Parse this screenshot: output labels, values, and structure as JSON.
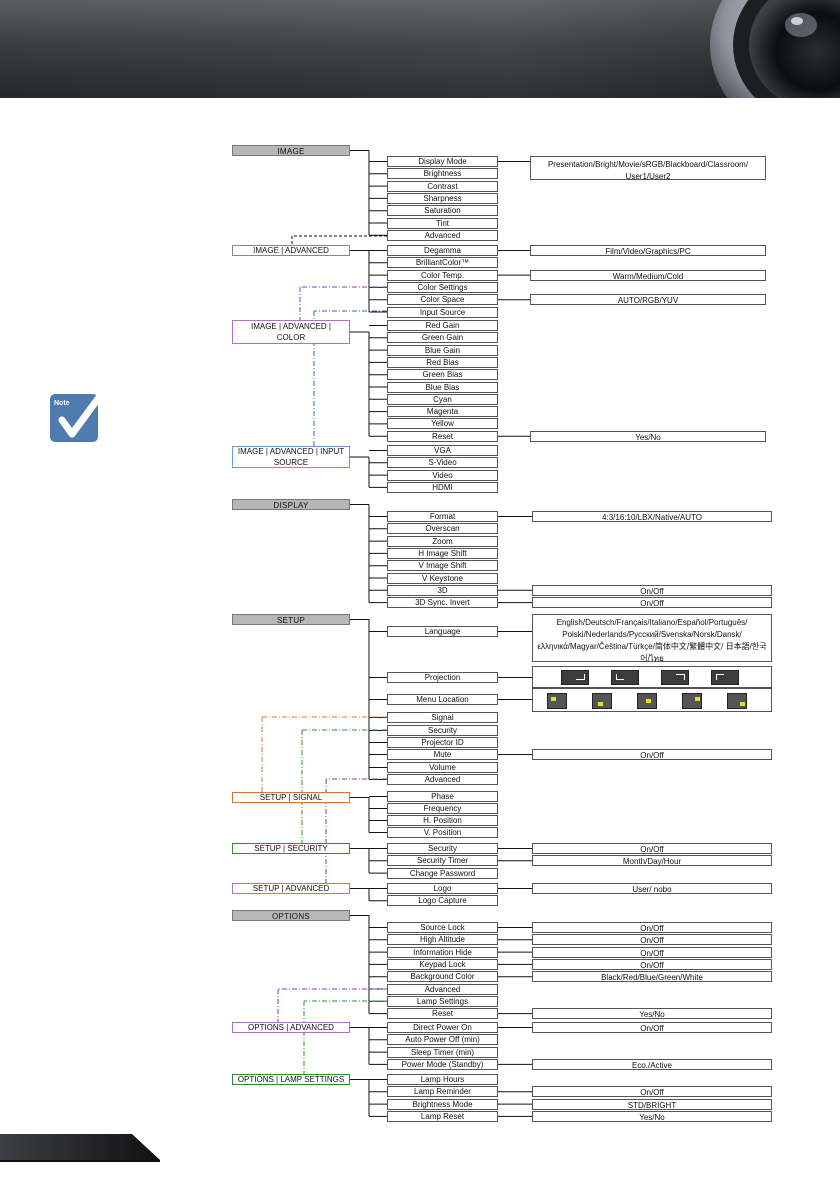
{
  "colors": {
    "purple": "#8a3aa8",
    "orange": "#e0703a",
    "green": "#2d8f2d",
    "blue": "#3a6ab0",
    "black": "#111111"
  },
  "icons": {
    "note": "note-check-icon",
    "lens": "projector-lens-icon"
  },
  "note_label": "Note",
  "sections": [
    {
      "id": "image",
      "header": "IMAGE",
      "items": [
        {
          "label": "Display Mode",
          "option": "Presentation/Bright/Movie/sRGB/Blackboard/Classroom/ User1/User2"
        },
        {
          "label": "Brightness"
        },
        {
          "label": "Contrast"
        },
        {
          "label": "Sharpness"
        },
        {
          "label": "Saturation"
        },
        {
          "label": "Tint"
        },
        {
          "label": "Advanced"
        }
      ]
    },
    {
      "id": "image-advanced",
      "header": "IMAGE | ADVANCED",
      "items": [
        {
          "label": "Degamma",
          "option": "Film/Video/Graphics/PC"
        },
        {
          "label": "BrilliantColor™"
        },
        {
          "label": "Color Temp.",
          "option": "Warm/Medium/Cold"
        },
        {
          "label": "Color Settings"
        },
        {
          "label": "Color Space",
          "option": "AUTO/RGB/YUV"
        },
        {
          "label": "Input Source"
        }
      ]
    },
    {
      "id": "image-advanced-color",
      "header": "IMAGE | ADVANCED | COLOR",
      "items": [
        {
          "label": "Red Gain"
        },
        {
          "label": "Green Gain"
        },
        {
          "label": "Blue Gain"
        },
        {
          "label": "Red Bias"
        },
        {
          "label": "Green Bias"
        },
        {
          "label": "Blue Bias"
        },
        {
          "label": "Cyan"
        },
        {
          "label": "Magenta"
        },
        {
          "label": "Yellow"
        },
        {
          "label": "Reset",
          "option": "Yes/No"
        }
      ]
    },
    {
      "id": "image-advanced-input",
      "header": "IMAGE | ADVANCED | INPUT SOURCE",
      "items": [
        {
          "label": "VGA"
        },
        {
          "label": "S-Video"
        },
        {
          "label": "Video"
        },
        {
          "label": "HDMI"
        }
      ]
    },
    {
      "id": "display",
      "header": "DISPLAY",
      "items": [
        {
          "label": "Format",
          "option": "4:3/16:10/LBX/Native/AUTO"
        },
        {
          "label": "Overscan"
        },
        {
          "label": "Zoom"
        },
        {
          "label": "H Image Shift"
        },
        {
          "label": "V Image Shift"
        },
        {
          "label": "V Keystone"
        },
        {
          "label": "3D",
          "option": "On/Off"
        },
        {
          "label": "3D Sync. Invert",
          "option": "On/Off"
        }
      ]
    },
    {
      "id": "setup",
      "header": "SETUP",
      "items": [
        {
          "label": "Language",
          "option": "English/Deutsch/Français/Italiano/Español/Português/ Polski/Nederlands/Русский/Svenska/Norsk/Dansk/ ελληνικά/Magyar/Čeština/Türkçe/简体中文/繁體中文/ 日本語/한국어/ไทย"
        },
        {
          "label": "Projection"
        },
        {
          "label": "Menu Location"
        },
        {
          "label": "Signal"
        },
        {
          "label": "Security"
        },
        {
          "label": "Projector ID"
        },
        {
          "label": "Mute",
          "option": "On/Off"
        },
        {
          "label": "Volume"
        },
        {
          "label": "Advanced"
        }
      ]
    },
    {
      "id": "setup-signal",
      "header": "SETUP | SIGNAL",
      "items": [
        {
          "label": "Phase"
        },
        {
          "label": "Frequency"
        },
        {
          "label": "H. Position"
        },
        {
          "label": "V. Position"
        }
      ]
    },
    {
      "id": "setup-security",
      "header": "SETUP | SECURITY",
      "items": [
        {
          "label": "Security",
          "option": "On/Off"
        },
        {
          "label": "Security Timer",
          "option": "Month/Day/Hour"
        },
        {
          "label": "Change Password"
        }
      ]
    },
    {
      "id": "setup-advanced",
      "header": "SETUP | ADVANCED",
      "items": [
        {
          "label": "Logo",
          "option": "User/ nobo"
        },
        {
          "label": "Logo Capture"
        }
      ]
    },
    {
      "id": "options",
      "header": "OPTIONS",
      "items": [
        {
          "label": "Source Lock",
          "option": "On/Off"
        },
        {
          "label": "High Altitude",
          "option": "On/Off"
        },
        {
          "label": "Information Hide",
          "option": "On/Off"
        },
        {
          "label": "Keypad Lock",
          "option": "On/Off"
        },
        {
          "label": "Background Color",
          "option": "Black/Red/Blue/Green/White"
        },
        {
          "label": "Advanced"
        },
        {
          "label": "Lamp Settings"
        },
        {
          "label": "Reset",
          "option": "Yes/No"
        }
      ]
    },
    {
      "id": "options-advanced",
      "header": "OPTIONS | ADVANCED",
      "items": [
        {
          "label": "Direct Power On",
          "option": "On/Off"
        },
        {
          "label": "Auto Power Off (min)"
        },
        {
          "label": "Sleep Timer (min)"
        },
        {
          "label": "Power Mode (Standby)",
          "option": "Eco./Active"
        }
      ]
    },
    {
      "id": "options-lamp",
      "header": "OPTIONS | LAMP SETTINGS",
      "items": [
        {
          "label": "Lamp Hours"
        },
        {
          "label": "Lamp Reminder",
          "option": "On/Off"
        },
        {
          "label": "Brightness Mode",
          "option": "STD/BRIGHT"
        },
        {
          "label": "Lamp Reset",
          "option": "Yes/No"
        }
      ]
    }
  ]
}
